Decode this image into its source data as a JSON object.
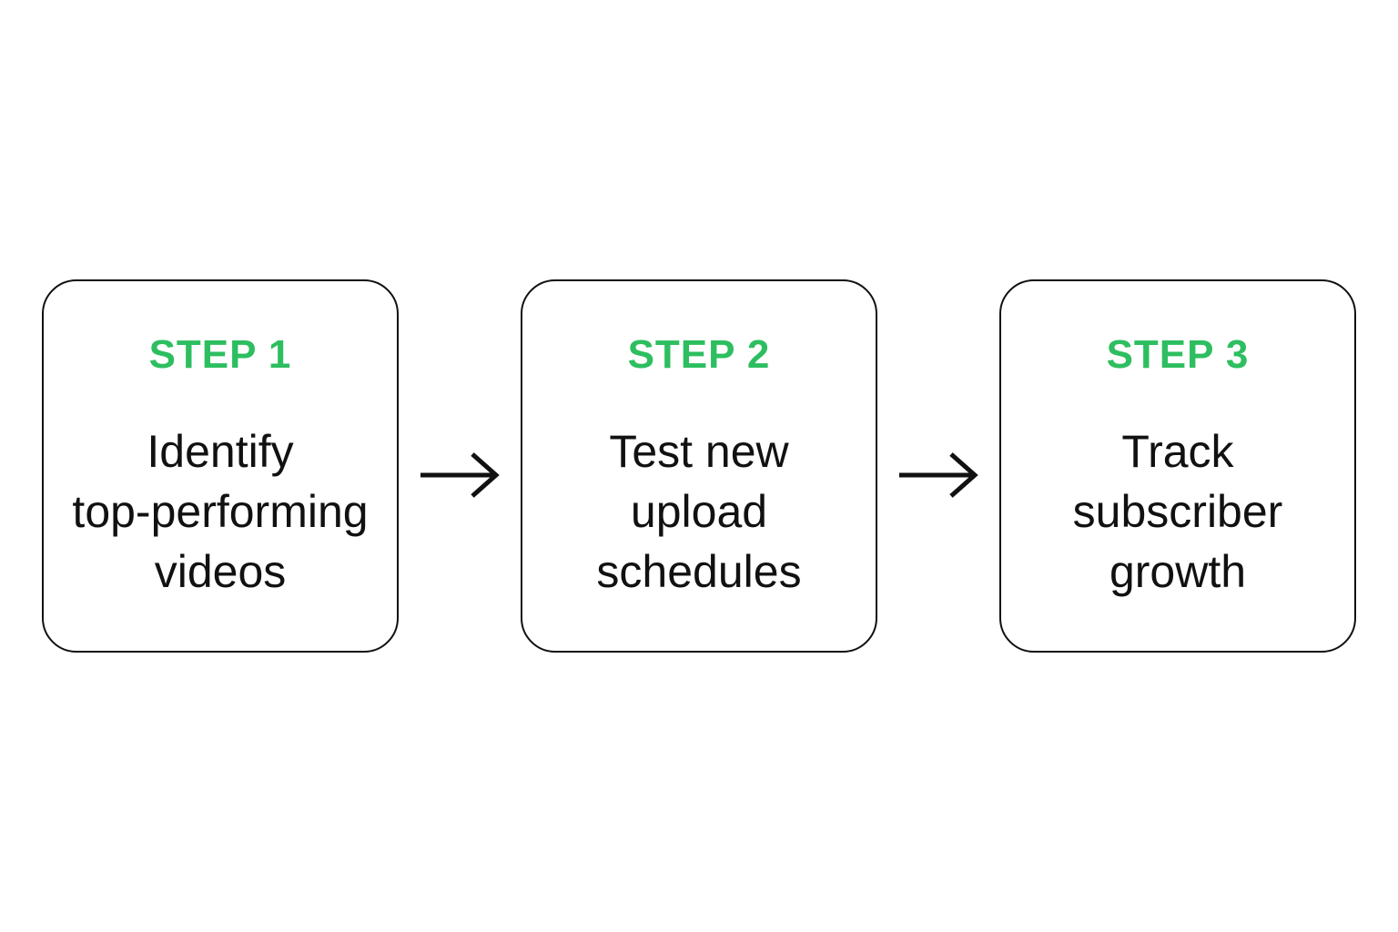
{
  "colors": {
    "step_label": "#2dbe60",
    "body_text": "#111111",
    "border": "#111111",
    "arrow": "#111111",
    "background": "#ffffff"
  },
  "steps": [
    {
      "label": "STEP 1",
      "title": "Identify top-performing videos",
      "title_lines": [
        "Identify",
        "top-performing",
        "videos"
      ]
    },
    {
      "label": "STEP 2",
      "title": "Test new upload schedules",
      "title_lines": [
        "Test new",
        "upload",
        "schedules"
      ]
    },
    {
      "label": "STEP 3",
      "title": "Track subscriber growth",
      "title_lines": [
        "Track",
        "subscriber",
        "growth"
      ]
    }
  ]
}
